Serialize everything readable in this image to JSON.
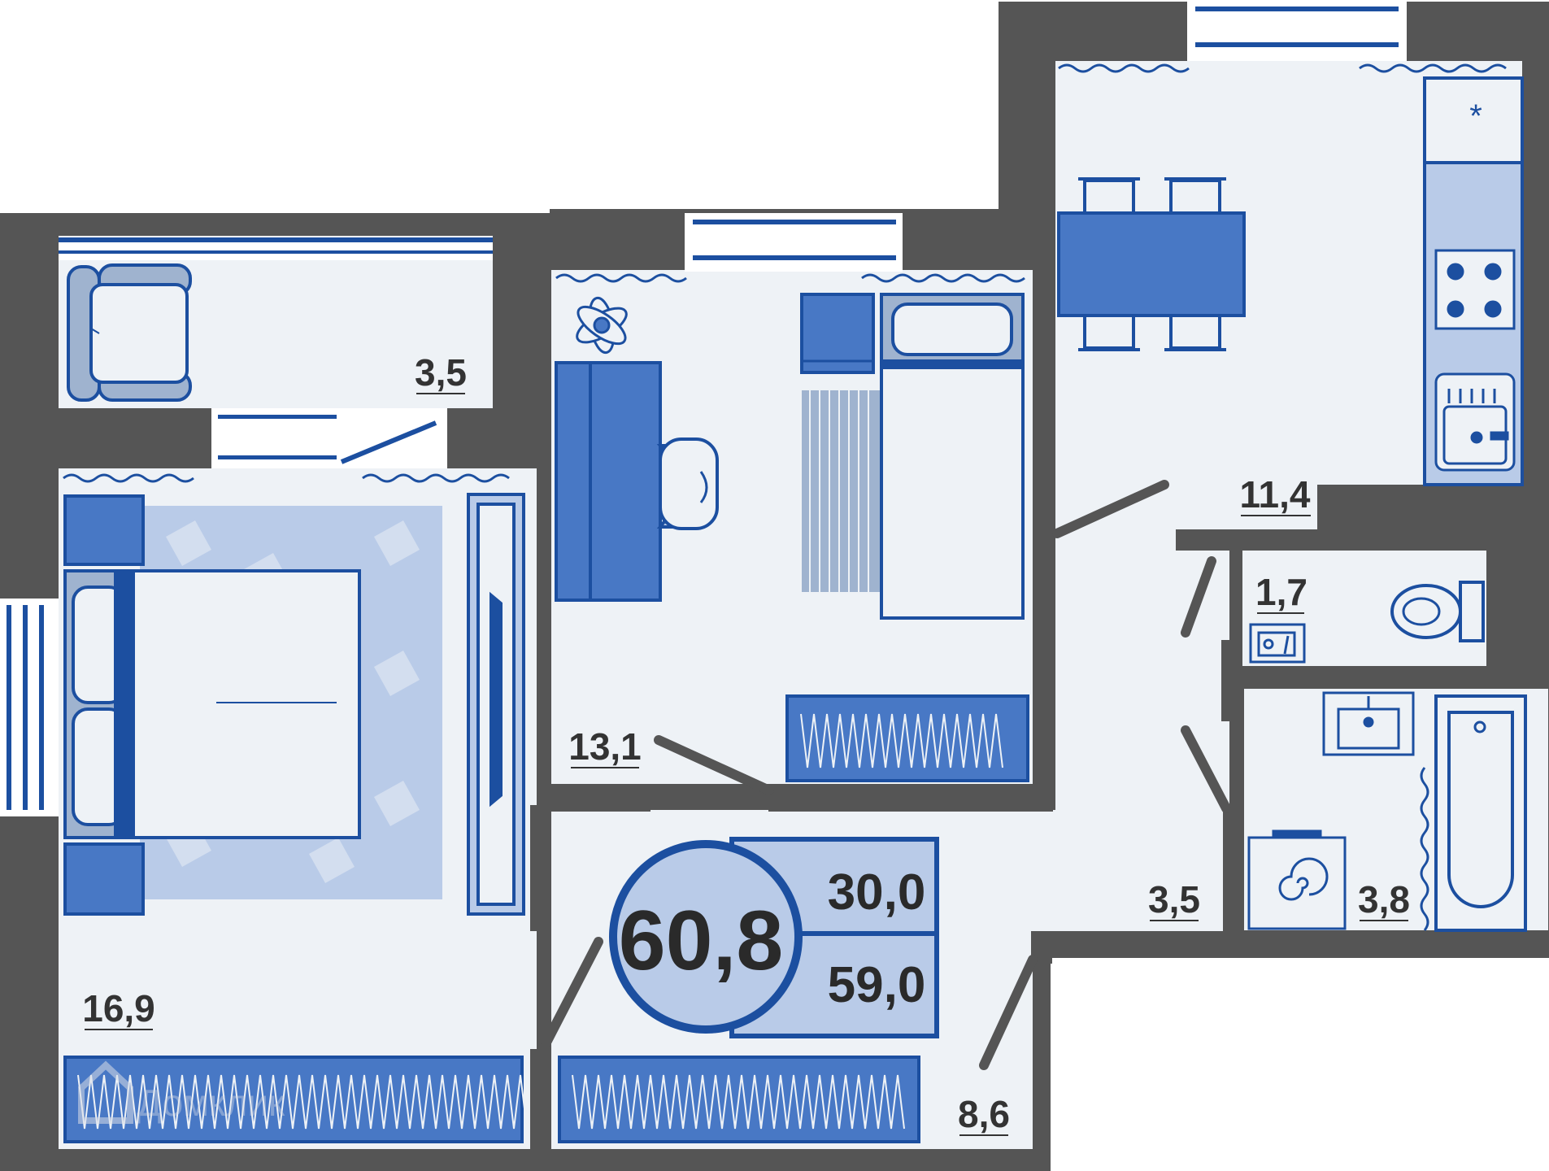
{
  "colors": {
    "wall": "#555555",
    "floor": "#eef2f6",
    "accent_dark": "#1c4fa0",
    "accent": "#4878c5",
    "accent_light": "#b9cbe8"
  },
  "rooms": {
    "balcony": "3,5",
    "kids_room": "13,1",
    "kitchen": "11,4",
    "wc": "1,7",
    "corridor": "3,5",
    "bathroom": "3,8",
    "bedroom": "16,9",
    "hall": "8,6"
  },
  "totals": {
    "total_area": "60,8",
    "living_area": "30,0",
    "area_without_balcony": "59,0"
  },
  "watermark": "Домклик"
}
